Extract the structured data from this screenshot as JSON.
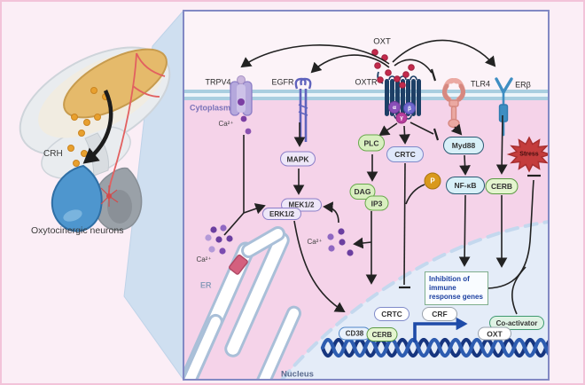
{
  "left_panel": {
    "crh": "CRH",
    "caption": "Oxytocinergic neurons"
  },
  "cell": {
    "ligand_label": "OXT",
    "receptor_labels": {
      "trpv4": "TRPV4",
      "egfr": "EGFR",
      "oxtr": "OXTR",
      "tlr4": "TLR4",
      "erbeta": "ERβ"
    },
    "compartment_labels": {
      "cytoplasm": "Cytoplasm",
      "er": "ER",
      "nucleus": "Nucleus"
    },
    "ion_labels": {
      "ca_trpv4": "Ca²⁺",
      "ca_er": "Ca²⁺",
      "ca_ip3": "Ca²⁺"
    },
    "g_protein": {
      "alpha": "α",
      "beta": "β",
      "gamma": "γ"
    },
    "signaling": {
      "mapk": "MAPK",
      "mek": "MEK1/2",
      "erk": "ERK1/2",
      "plc": "PLC",
      "dag": "DAG",
      "ip3": "IP3",
      "crtc": "CRTC",
      "myd88": "Myd88",
      "nfkb": "NF-κB",
      "cerb": "CERB",
      "phospho": "P",
      "stress": "Stress"
    },
    "nucleus_content": {
      "inhibition": "Inhibition of immune response genes",
      "crtc": "CRTC",
      "crf": "CRF",
      "cd38": "CD38",
      "cerb": "CERB",
      "coactivator": "Co-activator",
      "oxt_gene": "OXT"
    }
  },
  "colors": {
    "membrane": "#a9cee0",
    "cytoplasm": "#f5d3e9",
    "extracellular": "#fcf3f8",
    "nucleus": "#e4ecf8",
    "box_border": "#8289c4",
    "oxt_dot": "#c32a4c",
    "ca_dot": "#6b3fa0",
    "stress_star": "#c43c3c",
    "dna": "#1e3d8f",
    "transcription_arrow": "#1e4ba8"
  }
}
